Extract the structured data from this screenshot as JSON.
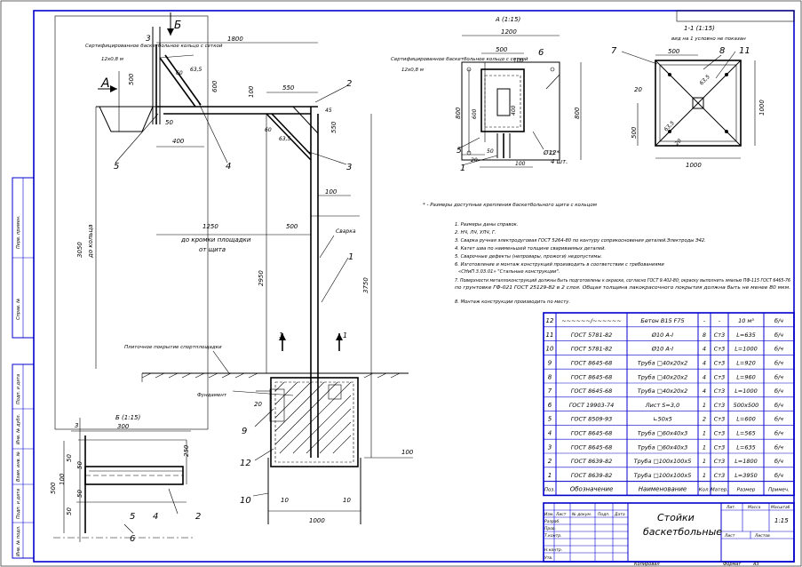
{
  "titles": {
    "view_a": "А (1:15)",
    "view_b": "Б (1:15)",
    "section_1": "1-1 (1:15)",
    "section_1_note": "вид на 1 условно не показан",
    "letter_a": "А",
    "letter_b": "Б"
  },
  "labels": {
    "basket_ring_left": "Сертифицированное баскетбольное кольцо с сеткой",
    "basket_ring_left_size": "12х0,8 м",
    "basket_ring_center": "Сертифицированное баскетбольное кольцо с сеткой",
    "basket_ring_center_size": "12х0,8 м",
    "ring_edge": "до кромки площадки",
    "shield": "от щита",
    "ring_height": "до кольца",
    "cover_top": "Плиточное покрытие спортплощадки",
    "foundation": "Фундамент",
    "welding": "Сварка",
    "four_pcs": "4 шт.",
    "footnote": "* - Размеры доступные крепления баскетбольного щита с кольцом"
  },
  "dims": {
    "d1800": "1800",
    "d500a": "500",
    "d600": "600",
    "d100a": "100",
    "d550": "550",
    "d500b": "500",
    "d1250": "1250",
    "d2950": "2950",
    "d3050": "3050",
    "d3750": "3750",
    "d50": "50",
    "d400": "400",
    "d100b": "100",
    "d20a": "20",
    "d1000": "1000",
    "d100c": "100",
    "d10": "10",
    "a1200": "1200",
    "a500": "500",
    "a100": "100",
    "a800": "800",
    "a600": "600",
    "a400": "400",
    "a50": "50",
    "a20": "20",
    "a12": "Ø12*",
    "s500": "500",
    "s20a": "20",
    "s1000a": "1000",
    "s1000b": "1000",
    "s500b": "500",
    "s20b": "20",
    "b300": "300",
    "b250": "250",
    "b500": "500",
    "b50a": "50",
    "b50b": "50",
    "b100": "100",
    "b50c": "50",
    "b50d": "50",
    "ang60": "60",
    "ang635": "63,5",
    "ang60b": "60",
    "ang635b": "63,5",
    "ang45": "45"
  },
  "callouts": [
    "1",
    "2",
    "3",
    "4",
    "5",
    "6",
    "7",
    "8",
    "9",
    "10",
    "11",
    "12"
  ],
  "notes": [
    "1. Размеры даны справок.",
    "2. НЧ, ЛЧ, УЛЧ, Г.",
    "3. Сварка ручная электродуговая ГОСТ 5264-80 по контуру соприкосновения деталей.Электроды Э42.",
    "4. Катет шва по наименьшей толщине свариваемых деталей.",
    "5. Сварочные дефекты (непровары, прожоги) недопустимы.",
    "6. Изготовление и монтаж конструкций производить в соответствии с требованиями",
    "«СНиП 3.03.01» \"Стальные конструкции\".",
    "7. Поверхности металлоконструкций должны быть подготовлены к окраске, согласно ГОСТ 9.402-80; окраску выполнить эмалью ПФ-115 ГОСТ 6465-76",
    "по грунтовке ГФ-021 ГОСТ 25129-82 в 2 слоя. Общая толщина лакокрасочного покрытия должна быть не менее 80 мкм.",
    "8. Монтаж конструкции производить по месту."
  ],
  "spec": {
    "headers": [
      "Поз.",
      "Обозначение",
      "Наименование",
      "Кол.",
      "Матер.",
      "Размер",
      "Примеч."
    ],
    "rows": [
      [
        "12",
        "~~~~~~/~~~~~~",
        "Бетон В15 F75",
        "-",
        "-",
        "10 м³",
        "б/ч"
      ],
      [
        "11",
        "ГОСТ 5781-82",
        "Ø10 А-I",
        "8",
        "Ст3",
        "L=635",
        "б/ч"
      ],
      [
        "10",
        "ГОСТ 5781-82",
        "Ø10 А-I",
        "4",
        "Ст3",
        "L=1000",
        "б/ч"
      ],
      [
        "9",
        "ГОСТ 8645-68",
        "Труба □40х20х2",
        "4",
        "Ст3",
        "L=920",
        "б/ч"
      ],
      [
        "8",
        "ГОСТ 8645-68",
        "Труба □40х20х2",
        "4",
        "Ст3",
        "L=960",
        "б/ч"
      ],
      [
        "7",
        "ГОСТ 8645-68",
        "Труба □40х20х2",
        "4",
        "Ст3",
        "L=1000",
        "б/ч"
      ],
      [
        "6",
        "ГОСТ 19903-74",
        "Лист S=3,0",
        "1",
        "Ст3",
        "500х500",
        "б/ч"
      ],
      [
        "5",
        "ГОСТ 8509-93",
        "∟50х5",
        "2",
        "Ст3",
        "L=600",
        "б/ч"
      ],
      [
        "4",
        "ГОСТ 8645-68",
        "Труба □60х40х3",
        "1",
        "Ст3",
        "L=565",
        "б/ч"
      ],
      [
        "3",
        "ГОСТ 8645-68",
        "Труба □60х40х3",
        "1",
        "Ст3",
        "L=635",
        "б/ч"
      ],
      [
        "2",
        "ГОСТ 8639-82",
        "Труба □100х100х5",
        "1",
        "Ст3",
        "L=1800",
        "б/ч"
      ],
      [
        "1",
        "ГОСТ 8639-82",
        "Труба □100х100х5",
        "1",
        "Ст3",
        "L=3950",
        "б/ч"
      ]
    ]
  },
  "titleblock": {
    "name_line1": "Стойки",
    "name_line2": "баскетбольные",
    "lit": "Лит.",
    "mass": "Масса",
    "scale_h": "Масштаб",
    "scale": "1:15",
    "sheet": "Лист",
    "sheets": "Листов",
    "h_izm": "Изм.",
    "h_list": "Лист",
    "h_doc": "№ докум.",
    "h_sign": "Подп.",
    "h_date": "Дата",
    "razrab": "Разраб.",
    "prov": "Пров.",
    "tkontr": "Т.контр.",
    "nkontr": "Н.контр.",
    "utv": "Утв.",
    "copied": "Копировал",
    "format": "Формат",
    "format_val": "А3"
  },
  "side_stamp": {
    "perv": "Перв. примен.",
    "sprav": "Справ. №",
    "podp_data1": "Подп. и дата",
    "inv_dubl": "Инв. № дубл.",
    "vzam": "Взам. инв. №",
    "podp_data2": "Подп. и дата",
    "inv_podl": "Инв. № подл."
  }
}
